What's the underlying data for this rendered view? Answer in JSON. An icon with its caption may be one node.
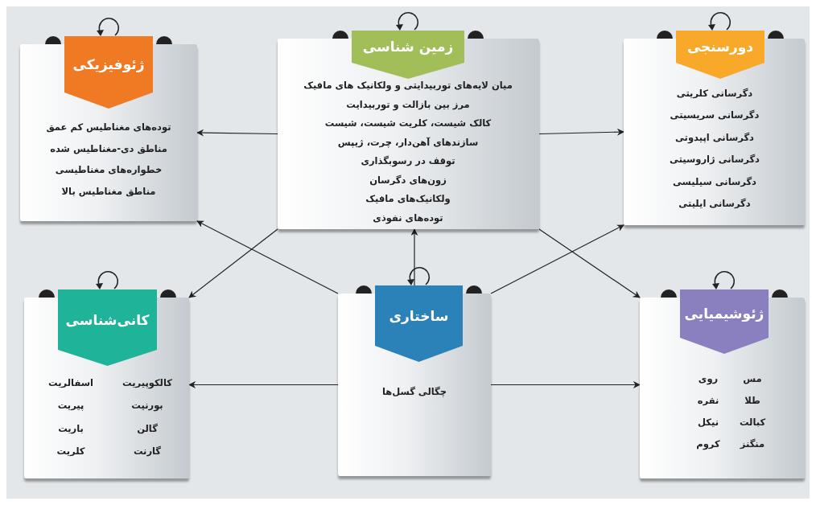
{
  "diagram": {
    "nodes": [
      {
        "text": [
          "ژئوفیزیکی",
          "توده‌های مغناطیس کم عمق",
          "مناطق دی-مغناطیس شده",
          "خطواره‌های مغناطیسی",
          "مناطق مغناطیس بالا"
        ]
      },
      {
        "text": [
          "زمین شناسی",
          "میان لایه‌های توربیدایتی و ولکانیک های مافیک",
          "مرز بین بازالت و توربیدایت",
          "کالک شیست، کلریت شیست، شیست",
          "سازندهای آهن‌دار، چرت، ژیپس",
          "توقف در رسوبگذاری",
          "زون‌های دگرسان",
          "ولکانیک‌های مافیک",
          "توده‌های نفوذی"
        ]
      },
      {
        "text": [
          "دورسنجی",
          "دگرسانی کلریتی",
          "دگرسانی سریسیتی",
          "دگرسانی اپیدوتی",
          "دگرسانی ژاروسیتی",
          "دگرسانی سیلیسی",
          "دگرسانی ایلیتی"
        ]
      },
      {
        "text": [
          "کانی‌شناسی",
          "کالکوپیریت",
          "اسفالریت",
          "بورنیت",
          "پیریت",
          "گالن",
          "باریت",
          "گارنت",
          "کلریت"
        ]
      },
      {
        "text": [
          "ساختاری",
          "چگالی گسل‌ها"
        ]
      },
      {
        "text": [
          "ژئوشیمیایی",
          "مس",
          "روی",
          "طلا",
          "نقره",
          "کبالت",
          "نیکل",
          "منگنز",
          "کروم"
        ]
      }
    ],
    "edges": [
      {
        "from": 1,
        "to": 0,
        "arrow": "to"
      },
      {
        "from": 1,
        "to": 2,
        "arrow": "to"
      },
      {
        "from": 1,
        "to": 4,
        "arrow": "both"
      },
      {
        "from": 1,
        "to": 3,
        "arrow": "to"
      },
      {
        "from": 1,
        "to": 5,
        "arrow": "to"
      },
      {
        "from": 4,
        "to": 0,
        "arrow": "to"
      },
      {
        "from": 4,
        "to": 2,
        "arrow": "to"
      },
      {
        "from": 4,
        "to": 3,
        "arrow": "to"
      },
      {
        "from": 4,
        "to": 5,
        "arrow": "to"
      }
    ]
  }
}
